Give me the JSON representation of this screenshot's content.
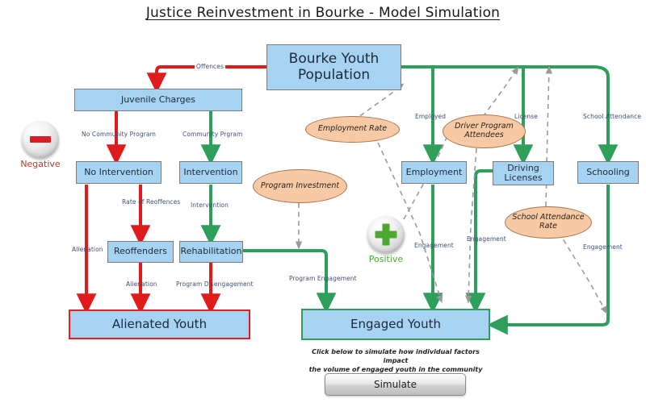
{
  "page": {
    "title": "Justice Reinvestment in Bourke - Model Simulation"
  },
  "nodes": {
    "bourke_youth_population": "Bourke Youth Population",
    "juvenile_charges": "Juvenile Charges",
    "no_intervention": "No Intervention",
    "intervention": "Intervention",
    "reoffenders": "Reoffenders",
    "rehabilitation": "Rehabilitation",
    "alienated_youth": "Alienated Youth",
    "employment": "Employment",
    "driving_licenses": "Driving Licenses",
    "schooling": "Schooling",
    "engaged_youth": "Engaged Youth"
  },
  "variables": {
    "employment_rate": "Employment Rate",
    "program_investment": "Program Investment",
    "driver_program_attendees": "Driver Program Attendees",
    "school_attendance_rate": "School Attendance Rate"
  },
  "edge_labels": {
    "offences": "Offences",
    "no_community_program": "No Community Program",
    "community_program": "Community Prgram",
    "rate_of_reoffences": "Rate of Reoffences",
    "intervention": "Intervention",
    "alienation_left": "Alienation",
    "alienation_reoffenders": "Alienation",
    "program_disengagement": "Program Disengagement",
    "program_engagement": "Program Engagement",
    "employed": "Employed",
    "license": "License",
    "school_attendance": "School Attendance",
    "engagement_employment": "Engagement",
    "engagement_driving": "Engagement",
    "engagement_schooling": "Engagement"
  },
  "legend": {
    "negative_label": "Negative",
    "positive_label": "Positive",
    "negative_icon": "minus-circle-icon",
    "positive_icon": "plus-circle-icon"
  },
  "footer": {
    "caption_line1": "Click below to simulate how individual factors impact",
    "caption_line2": "the volume of engaged youth in the community",
    "simulate_button": "Simulate"
  },
  "colors": {
    "node_fill": "#a7d3f3",
    "node_border": "#7b7b7b",
    "variable_fill": "#f7c9a4",
    "variable_border": "#a9754f",
    "negative_flow": "#e01b1b",
    "positive_flow": "#2e9e5b",
    "info_flow": "#9a9a9a",
    "label_text": "#3c4f7a"
  }
}
